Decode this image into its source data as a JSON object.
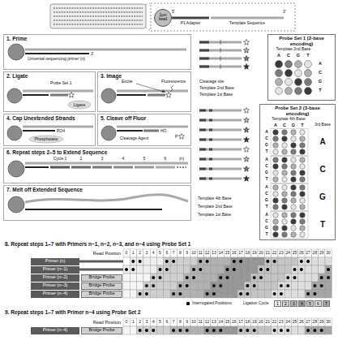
{
  "diagram": {
    "nodes": [
      {
        "text": [
          "1μm bead"
        ]
      },
      {
        "text": [
          "1. Prime"
        ]
      },
      {
        "text": [
          "2. Ligate"
        ]
      },
      {
        "text": [
          "3. Image"
        ]
      },
      {
        "text": [
          "4. Cap Unextended Strands"
        ]
      },
      {
        "text": [
          "5. Cleave off Fluor"
        ]
      },
      {
        "text": [
          "6. Repeat steps 2–5 to Extend Sequence"
        ]
      },
      {
        "text": [
          "7. Melt off Extended Sequence"
        ]
      },
      {
        "text": [
          "Probe Set 1 (2-base encoding)"
        ]
      },
      {
        "text": [
          "Probe Set 2 (3-base encoding)"
        ]
      },
      {
        "text": [
          "Primer (n)"
        ]
      },
      {
        "text": [
          "Primer (n−1)"
        ]
      },
      {
        "text": [
          "Primer (n−2)"
        ]
      },
      {
        "text": [
          "Bridge Probe"
        ]
      },
      {
        "text": [
          "Primer (n−3)"
        ]
      },
      {
        "text": [
          "Bridge Probe"
        ]
      },
      {
        "text": [
          "Primer (n−4)"
        ]
      },
      {
        "text": [
          "Bridge Probe"
        ]
      },
      {
        "text": [
          "Primer (n−4)"
        ]
      },
      {
        "text": [
          "Bridge Probe"
        ]
      }
    ],
    "labels": [
      "P1 Adapter",
      "Template Sequence",
      "5'",
      "3'",
      "Universal sequencing primer (n)",
      "3'",
      "Probe Set 1",
      "Ligase",
      "Excite",
      "Fluorescence",
      "Phosphatase",
      "PO4",
      "Cleavage Agent",
      "HO",
      "P",
      "Cycle 1",
      "2",
      "3",
      "4",
      "5",
      "6",
      "(n)",
      "Cleavage site",
      "Template 2nd Base",
      "Template 1st Base",
      "Template 4th Base",
      "Template 2nd Base",
      "Template 1st Base",
      "Template 2nd Base",
      "A",
      "C",
      "G",
      "T",
      "A",
      "C",
      "G",
      "T",
      "Template 4th Base",
      "A",
      "C",
      "G",
      "T",
      "A",
      "C",
      "G",
      "T",
      "A",
      "C",
      "G",
      "T",
      "A",
      "C",
      "G",
      "T",
      "A",
      "C",
      "G",
      "T",
      "A",
      "C",
      "G",
      "T",
      "3rd Base",
      "8. Repeat steps 1–7 with Primers n−1, n−2, n−3, and n−4 using Probe Set 1",
      "Read Position",
      "0",
      "1",
      "2",
      "3",
      "4",
      "5",
      "6",
      "7",
      "8",
      "9",
      "10",
      "11",
      "12",
      "13",
      "14",
      "15",
      "16",
      "17",
      "18",
      "19",
      "20",
      "21",
      "22",
      "23",
      "24",
      "25",
      "26",
      "27",
      "28",
      "29",
      "30",
      "Ligation Cycle",
      "9. Repeat steps 1–7 with Primer n−4 using Probe Set 2",
      "Read Position",
      "0",
      "1",
      "2",
      "3",
      "4",
      "5",
      "6",
      "7",
      "8",
      "9",
      "10",
      "11",
      "12",
      "13",
      "14",
      "15",
      "16",
      "17",
      "18",
      "19",
      "20",
      "21",
      "22",
      "23",
      "24",
      "25",
      "26",
      "27",
      "28",
      "29",
      "30"
    ],
    "legend": [
      {
        "text": "Interrogated Positions"
      },
      {
        "text": "1",
        "color": "#ededed"
      },
      {
        "text": "2",
        "color": "#cfcfcf"
      },
      {
        "text": "3",
        "color": "#b2b2b2"
      },
      {
        "text": "4",
        "color": "#969696"
      },
      {
        "text": "5",
        "color": "#c4c4c4"
      },
      {
        "text": "6",
        "color": "#dedede"
      },
      {
        "text": "7",
        "color": "#a6a6a6"
      }
    ]
  }
}
